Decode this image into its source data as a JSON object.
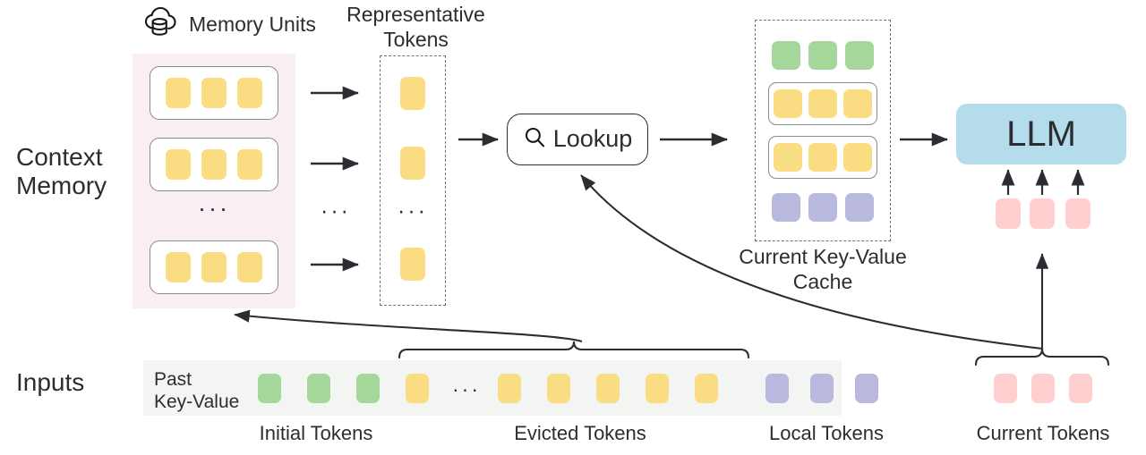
{
  "diagram": {
    "title": "Context Memory LLM inference with memory units and KV cache",
    "row_labels": {
      "context_memory": "Context\nMemory",
      "context_memory_line1": "Context",
      "context_memory_line2": "Memory",
      "inputs": "Inputs"
    },
    "memory_units": {
      "icon": "cloud-database-icon",
      "label": "Memory Units",
      "panel_color": "#faeef5",
      "unit_count_shown": 3,
      "cells_per_unit": 3,
      "cell_color": "#fadd82",
      "ellipsis": "···"
    },
    "representative_tokens": {
      "title_line1": "Representative",
      "title_line2": "Tokens",
      "token_count_shown": 3,
      "token_color": "#fadd82",
      "ellipsis": "···",
      "border_style": "dashed"
    },
    "between_dots": "···",
    "lookup": {
      "label": "Lookup",
      "icon": "search-icon"
    },
    "kv_cache": {
      "caption_line1": "Current Key-Value",
      "caption_line2": "Cache",
      "rows": [
        {
          "name": "initial-tokens-row",
          "color": "#a5d79a",
          "framed": false,
          "cells": 3
        },
        {
          "name": "retrieved-memory-unit-row-1",
          "color": "#fadd82",
          "framed": true,
          "cells": 3
        },
        {
          "name": "retrieved-memory-unit-row-2",
          "color": "#fadd82",
          "framed": true,
          "cells": 3
        },
        {
          "name": "local-tokens-row",
          "color": "#b9b9e0",
          "framed": false,
          "cells": 3
        }
      ],
      "border_style": "dashed"
    },
    "llm": {
      "label": "LLM",
      "box_color": "#b5dcea",
      "output_token_count": 3,
      "output_token_color": "#ffcfcf"
    },
    "inputs": {
      "strip_color": "#f3f5f3",
      "past_kv_label_line1": "Past",
      "past_kv_label_line2": "Key-Value",
      "ellipsis": "···",
      "groups": [
        {
          "name": "initial-tokens",
          "label": "Initial Tokens",
          "color": "#a5d79a",
          "count": 3
        },
        {
          "name": "evicted-tokens",
          "label": "Evicted Tokens",
          "color": "#fadd82",
          "count": 6
        },
        {
          "name": "local-tokens",
          "label": "Local Tokens",
          "color": "#b9b9e0",
          "count": 3
        },
        {
          "name": "current-tokens",
          "label": "Current Tokens",
          "color": "#ffcfcf",
          "count": 3
        }
      ]
    },
    "colors": {
      "yellow": "#fadd82",
      "green": "#a5d79a",
      "purple": "#b9b9e0",
      "pink": "#ffcfcf",
      "blue": "#b5dcea",
      "panel_pink": "#faeef5",
      "strip_gray": "#f3f5f3",
      "stroke": "#2b2d33",
      "dashed_stroke": "#70707a"
    }
  }
}
